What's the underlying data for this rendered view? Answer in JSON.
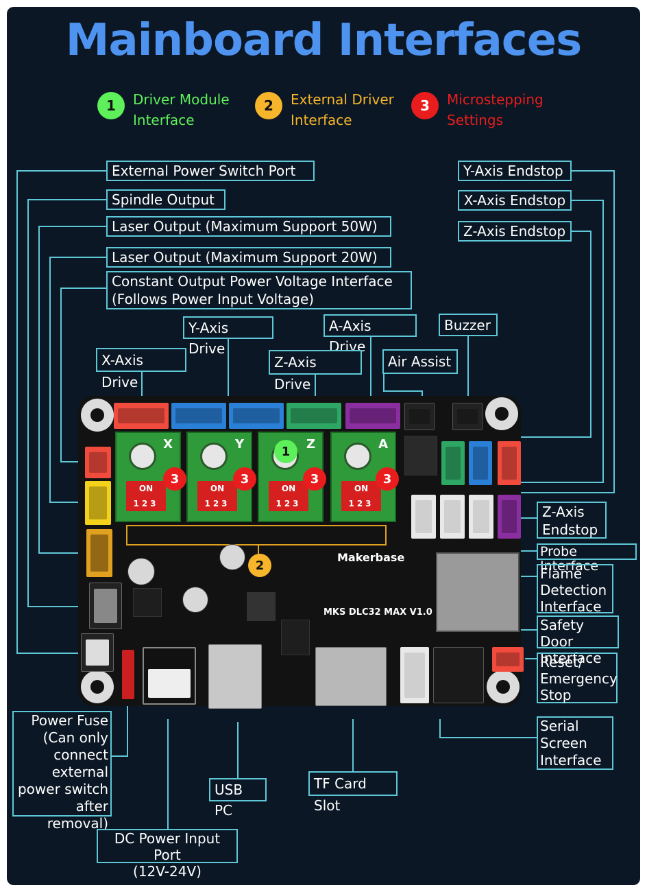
{
  "title": "Mainboard Interfaces",
  "legend": [
    {
      "num": "1",
      "text": "Driver Module\nInterface",
      "dot_color": "#5ef05a",
      "text_color": "#5ef05a"
    },
    {
      "num": "2",
      "text": "External Driver\nInterface",
      "dot_color": "#f6b52b",
      "text_color": "#f6b52b"
    },
    {
      "num": "3",
      "text": "Microstepping\nSettings",
      "dot_color": "#e91d1d",
      "text_color": "#e91d1d"
    }
  ],
  "labels": {
    "ext_power_switch": "External Power Switch Port",
    "spindle_output": "Spindle Output",
    "laser_50w": "Laser Output (Maximum Support 50W)",
    "laser_20w": "Laser Output (Maximum Support 20W)",
    "constant_output": "Constant Output Power Voltage Interface\n(Follows Power Input Voltage)",
    "y_endstop": "Y-Axis Endstop",
    "x_endstop": "X-Axis Endstop",
    "z_endstop_top": "Z-Axis Endstop",
    "y_drive": "Y-Axis Drive",
    "a_drive": "A-Axis Drive",
    "buzzer": "Buzzer",
    "x_drive": "X-Axis Drive",
    "z_drive": "Z-Axis Drive",
    "air_assist": "Air Assist",
    "z_endstop_side": "Z-Axis\nEndstop",
    "probe": "Probe Interface",
    "flame": "Flame\nDetection\nInterface",
    "safety_door": "Safety Door\nInterface",
    "reset": "Reset/\nEmergency\nStop",
    "serial": "Serial\nScreen\nInterface",
    "power_fuse": "Power Fuse\n(Can only\nconnect\nexternal\npower switch\nafter removal)",
    "usb_pc": "USB PC",
    "tf_card": "TF Card Slot",
    "dc_input": "DC Power Input Port\n(12V-24V)"
  },
  "board": {
    "brand": "Makerbase",
    "model": "MKS DLC32 MAX V1.0",
    "drivers": [
      {
        "axis": "X",
        "badge": "3"
      },
      {
        "axis": "Y",
        "badge": "3"
      },
      {
        "axis": "Z",
        "badge": "3"
      },
      {
        "axis": "A",
        "badge": "3"
      }
    ],
    "driver_module_badge": "1",
    "external_driver_badge": "2",
    "dip_label": "ON",
    "dip_numbers": "123"
  },
  "colors": {
    "background": "#0b1724",
    "title": "#4e93ef",
    "line": "#5fc8d8",
    "board": "#121212"
  }
}
